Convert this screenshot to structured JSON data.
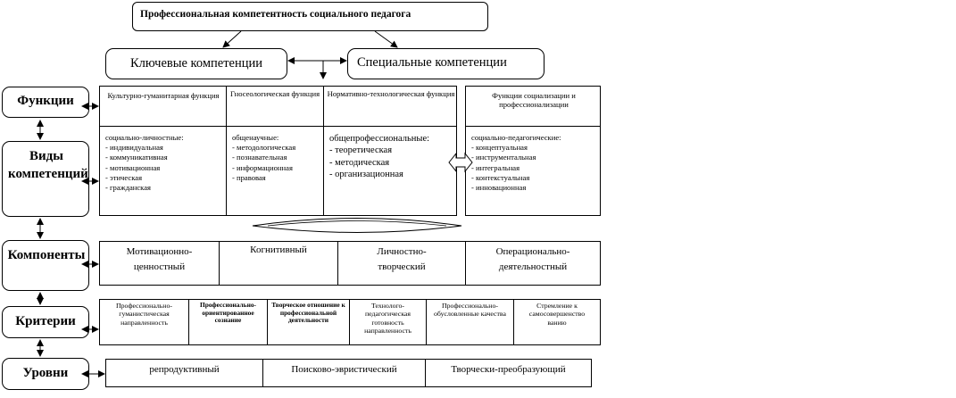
{
  "title": "Профессиональная компетентность социального педагога",
  "key_competences": "Ключевые компетенции",
  "special_competences": "Специальные компетенции",
  "rows": {
    "functions": "Функции",
    "kinds": "Виды компетенций",
    "components": "Компоненты",
    "criteria": "Критерии",
    "levels": "Уровни"
  },
  "functions": [
    "Культурно-гуманитарная функция",
    "Гносеологическая функция",
    "Нормативно-технологическая функция",
    "Функции социализации и профессионализации"
  ],
  "kinds": [
    "социально-личностные:\n- индивидуальная\n- коммуникативная\n- мотивационная\n- этическая\n- гражданская",
    "общенаучные:\n- методологическая\n- познавательная\n- информационная\n- правовая",
    "общепрофессиональные:\n- теоретическая\n- методическая\n- организационная",
    "социально-педагогические:\n- концептуальная\n- инструментальная\n- интегральная\n- контекстуальная\n- инновационная"
  ],
  "components": [
    "Мотивационно-ценностный",
    "Когнитивный",
    "Личностно-творческий",
    "Операционально-деятельностный"
  ],
  "criteria": [
    "Профессионально-гуманистическая направленность",
    "Профессионально-ориентированное сознание",
    "Творческое отношение к профессиональной деятельности",
    "Технолого-педагогическая готовность направленность",
    "Профессионально-обусловленные качества",
    "Стремление к самосовершенство ванию"
  ],
  "levels": [
    "репродуктивный",
    "Поисково-эвристический",
    "Творчески-преобразующий"
  ]
}
